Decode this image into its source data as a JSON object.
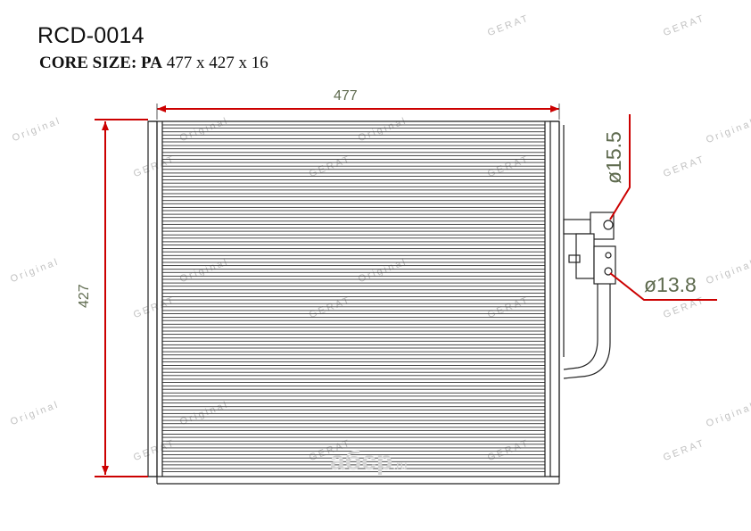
{
  "part_number": "RCD-0014",
  "core_size": {
    "label": "CORE SIZE:",
    "type": "PA",
    "dimensions": "477 x 427 x 16"
  },
  "dimensions": {
    "width": "477",
    "height": "427",
    "inlet_diameter": "ø15.5",
    "outlet_diameter": "ø13.8"
  },
  "watermark": {
    "brand_text": "GERAT",
    "sub_text": "Original"
  },
  "logo": {
    "name": "aбcp",
    "domain": ".ru"
  },
  "colors": {
    "dimension_lines": "#cc0000",
    "dimension_text": "#5f6b4f",
    "drawing_lines": "#222222"
  }
}
